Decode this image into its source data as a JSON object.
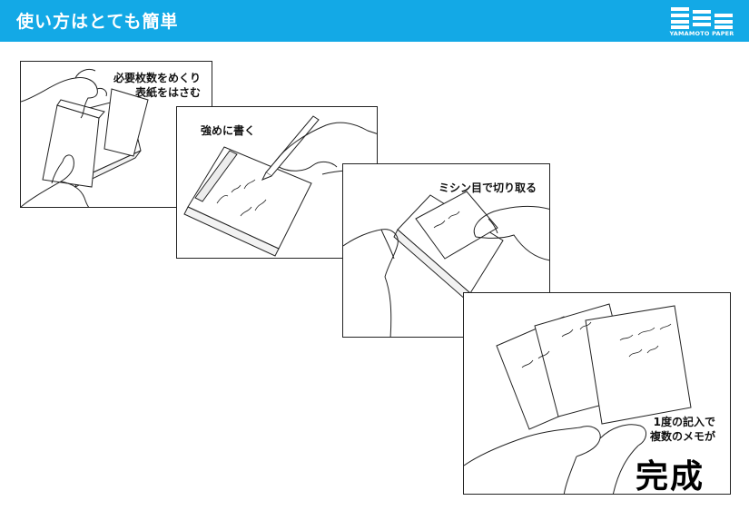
{
  "header": {
    "title": "使い方はとても簡単",
    "background_color": "#13a9e6",
    "logo_text": "YAMAMOTO PAPER",
    "logo_icon": "stacked-bars-logo"
  },
  "steps": [
    {
      "caption_line1": "必要枚数をめくり",
      "caption_line2": "表紙をはさむ"
    },
    {
      "caption_line1": "強めに書く"
    },
    {
      "caption_line1": "ミシン目で切り取る"
    },
    {
      "caption_line1": "1度の記入で",
      "caption_line2": "複数のメモが",
      "emphasis": "完成"
    }
  ]
}
